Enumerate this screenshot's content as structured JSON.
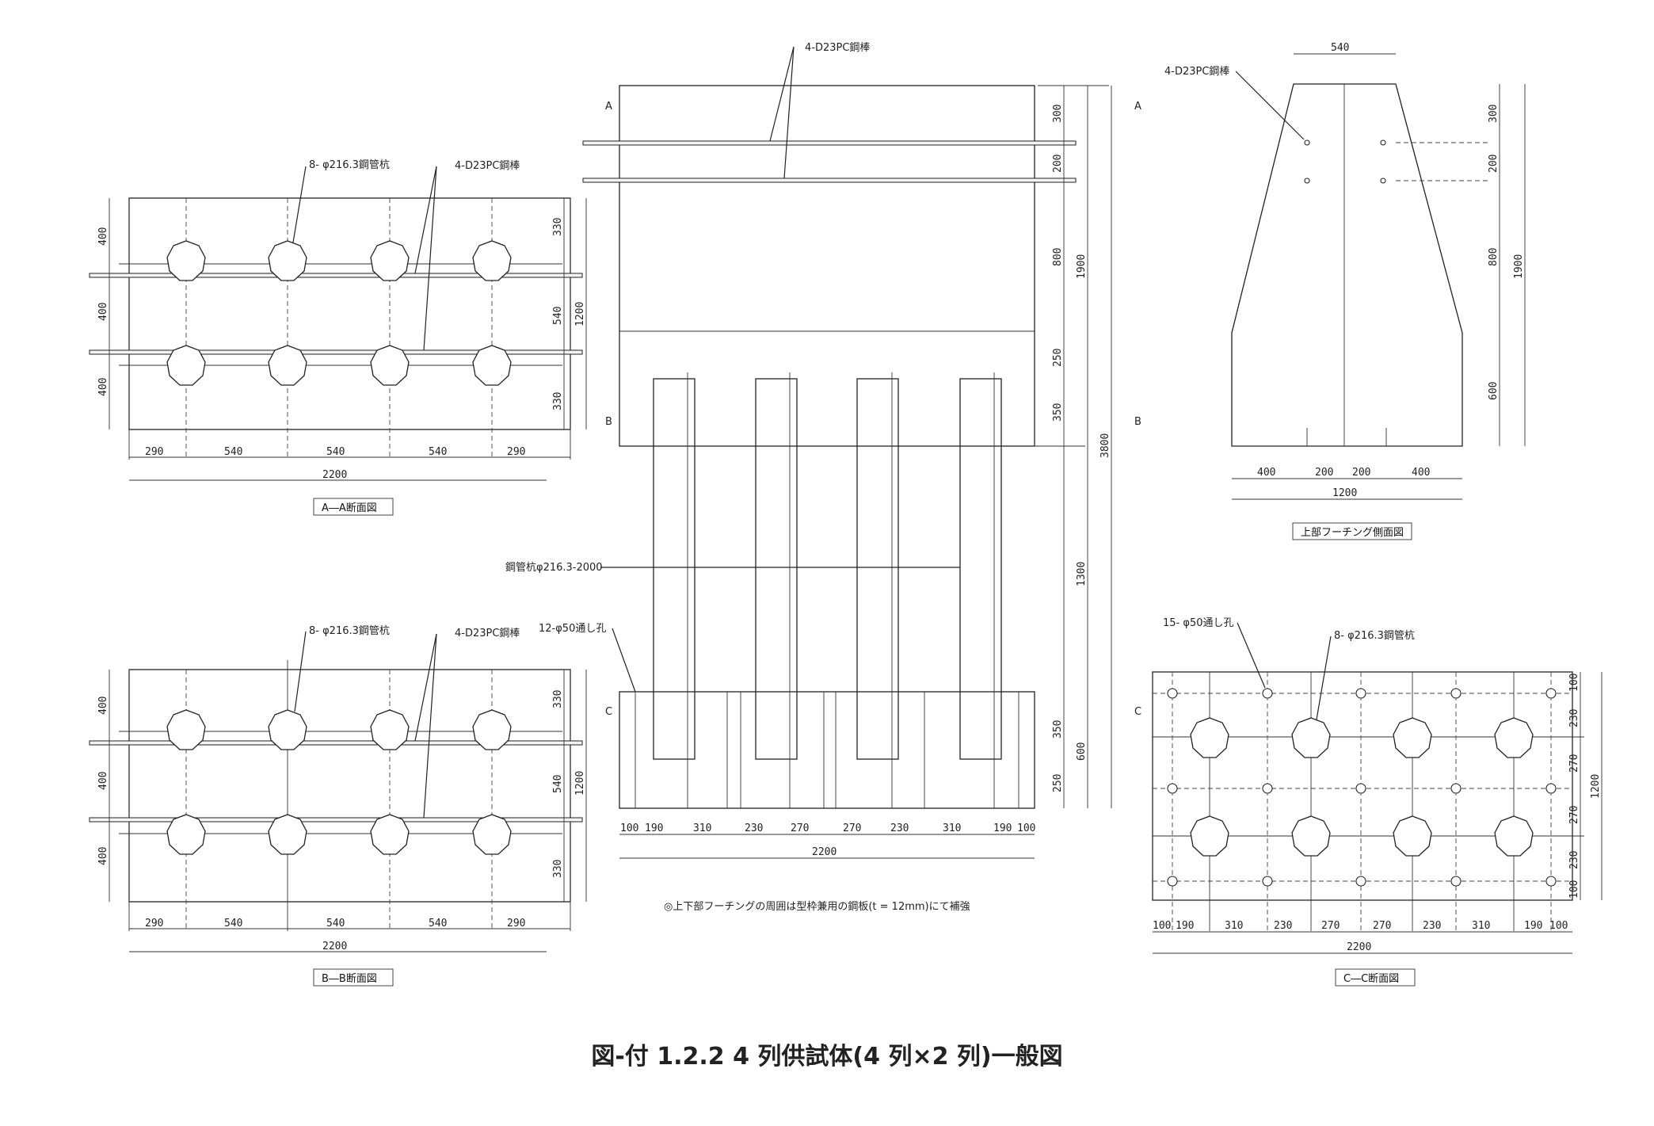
{
  "caption": "図-付 1.2.2 4 列供試体(4 列×2 列)一般図",
  "section_aa": {
    "title": "A―A断面図",
    "pile_label": "8- φ216.3鋼管杭",
    "bar_label": "4-D23PC鋼棒",
    "dims_x": [
      "290",
      "540",
      "540",
      "540",
      "290"
    ],
    "dim_total": "2200",
    "dims_left": [
      "400",
      "400",
      "400"
    ],
    "dims_right": [
      "330",
      "540",
      "330"
    ],
    "dim_right_total": "1200"
  },
  "section_bb": {
    "title": "B―B断面図",
    "pile_label": "8- φ216.3鋼管杭",
    "bar_label": "4-D23PC鋼棒",
    "dims_x": [
      "290",
      "540",
      "540",
      "540",
      "290"
    ],
    "dim_total": "2200",
    "dims_left": [
      "400",
      "400",
      "400"
    ],
    "dims_right": [
      "330",
      "540",
      "330"
    ],
    "dim_right_total": "1200"
  },
  "front_view": {
    "bar_label": "4-D23PC鋼棒",
    "pile_label": "鋼管杭φ216.3-2000",
    "hole_label": "12-φ50通し孔",
    "marks": [
      "A",
      "A",
      "B",
      "B",
      "C",
      "C"
    ],
    "dims_right": [
      "300",
      "200",
      "800",
      "250",
      "350",
      "1300",
      "350",
      "250"
    ],
    "dims_right2": [
      "1900",
      "600"
    ],
    "dim_overall": "3800",
    "dims_bottom": [
      "100",
      "190",
      "310",
      "230",
      "270",
      "270",
      "230",
      "310",
      "190",
      "100"
    ],
    "dim_total": "2200",
    "note": "◎上下部フーチングの周囲は型枠兼用の鋼板(t = 12mm)にて補強"
  },
  "side_view": {
    "title": "上部フーチング側面図",
    "bar_label": "4-D23PC鋼棒",
    "dim_top": "540",
    "dims_right": [
      "300",
      "200",
      "800",
      "600"
    ],
    "dim_right_total": "1900",
    "dims_bottom": [
      "400",
      "200",
      "200",
      "400"
    ],
    "dim_total": "1200"
  },
  "section_cc": {
    "title": "C―C断面図",
    "hole_label": "15- φ50通し孔",
    "pile_label": "8- φ216.3鋼管杭",
    "dims_bottom": [
      "100",
      "190",
      "310",
      "230",
      "270",
      "270",
      "230",
      "310",
      "190",
      "100"
    ],
    "dim_total": "2200",
    "dims_right": [
      "100",
      "230",
      "270",
      "270",
      "230",
      "100"
    ],
    "dim_right_total": "1200"
  }
}
